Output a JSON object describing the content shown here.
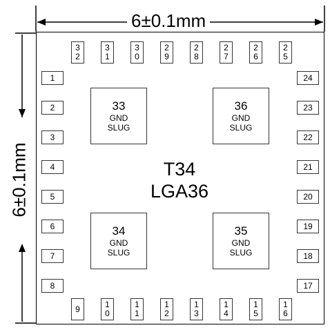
{
  "dimensions": {
    "width_label": "6±0.1mm",
    "height_label": "6±0.1mm"
  },
  "package": {
    "part": "T34",
    "package_type": "LGA36"
  },
  "pins": {
    "top": [
      "32",
      "31",
      "30",
      "29",
      "28",
      "27",
      "26",
      "25"
    ],
    "left": [
      "1",
      "2",
      "3",
      "4",
      "5",
      "6",
      "7",
      "8"
    ],
    "right": [
      "24",
      "23",
      "22",
      "21",
      "20",
      "19",
      "18",
      "17"
    ],
    "bottom": [
      "9",
      "10",
      "11",
      "12",
      "13",
      "14",
      "15",
      "16"
    ]
  },
  "slugs": [
    {
      "number": "33",
      "line1": "GND",
      "line2": "SLUG"
    },
    {
      "number": "36",
      "line1": "GND",
      "line2": "SLUG"
    },
    {
      "number": "34",
      "line1": "GND",
      "line2": "SLUG"
    },
    {
      "number": "35",
      "line1": "GND",
      "line2": "SLUG"
    }
  ]
}
